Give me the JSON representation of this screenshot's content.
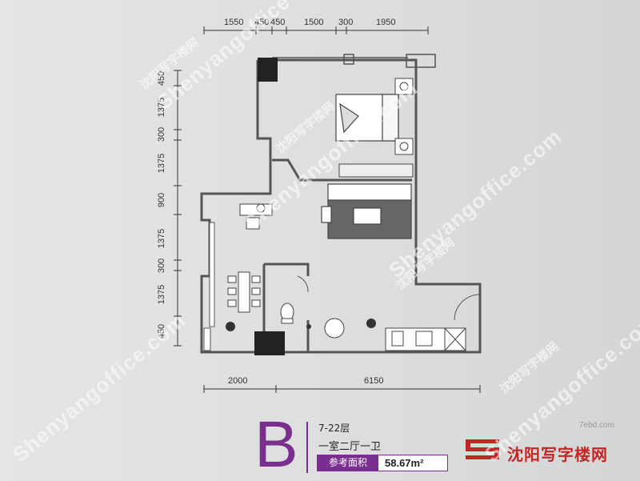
{
  "dimensions_top": [
    "1550",
    "450",
    "450",
    "1500",
    "300",
    "1950"
  ],
  "dimensions_left": [
    "450",
    "1375",
    "300",
    "1375",
    "900",
    "1375",
    "300",
    "1375",
    "450"
  ],
  "dimensions_bottom": [
    "2000",
    "6150"
  ],
  "unit": {
    "letter": "B",
    "floors": "7-22层",
    "layout": "一室二厅一卫",
    "area_label": "参考面积",
    "area_value": "58.67m²"
  },
  "watermarks": {
    "latin": "Shenyangoffice",
    "latin_com": "Shenyangoffice.com",
    "chinese": "沈阳写字楼网"
  },
  "brand": {
    "name": "沈阳写字楼网",
    "site": "7ebd.com"
  },
  "colors": {
    "accent": "#7a2e8e",
    "brand_red": "#c42525",
    "wall": "#555555"
  }
}
